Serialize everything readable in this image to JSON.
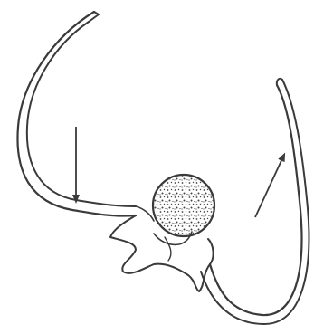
{
  "diagram": {
    "style": "pencil line drawing, no printed text",
    "parts": [
      {
        "id": "left-rib",
        "icon": "curved-rib-outline"
      },
      {
        "id": "right-rib",
        "icon": "curved-rib-outline"
      },
      {
        "id": "vertebral-body",
        "icon": "stippled-circle"
      },
      {
        "id": "posterior-elements",
        "icon": "irregular-bone-outline"
      },
      {
        "id": "arrow-down",
        "icon": "down-arrow"
      },
      {
        "id": "arrow-up-right",
        "icon": "up-right-arrow"
      }
    ],
    "colors": {
      "ink": "#3a3a3a",
      "background": "#ffffff"
    }
  }
}
